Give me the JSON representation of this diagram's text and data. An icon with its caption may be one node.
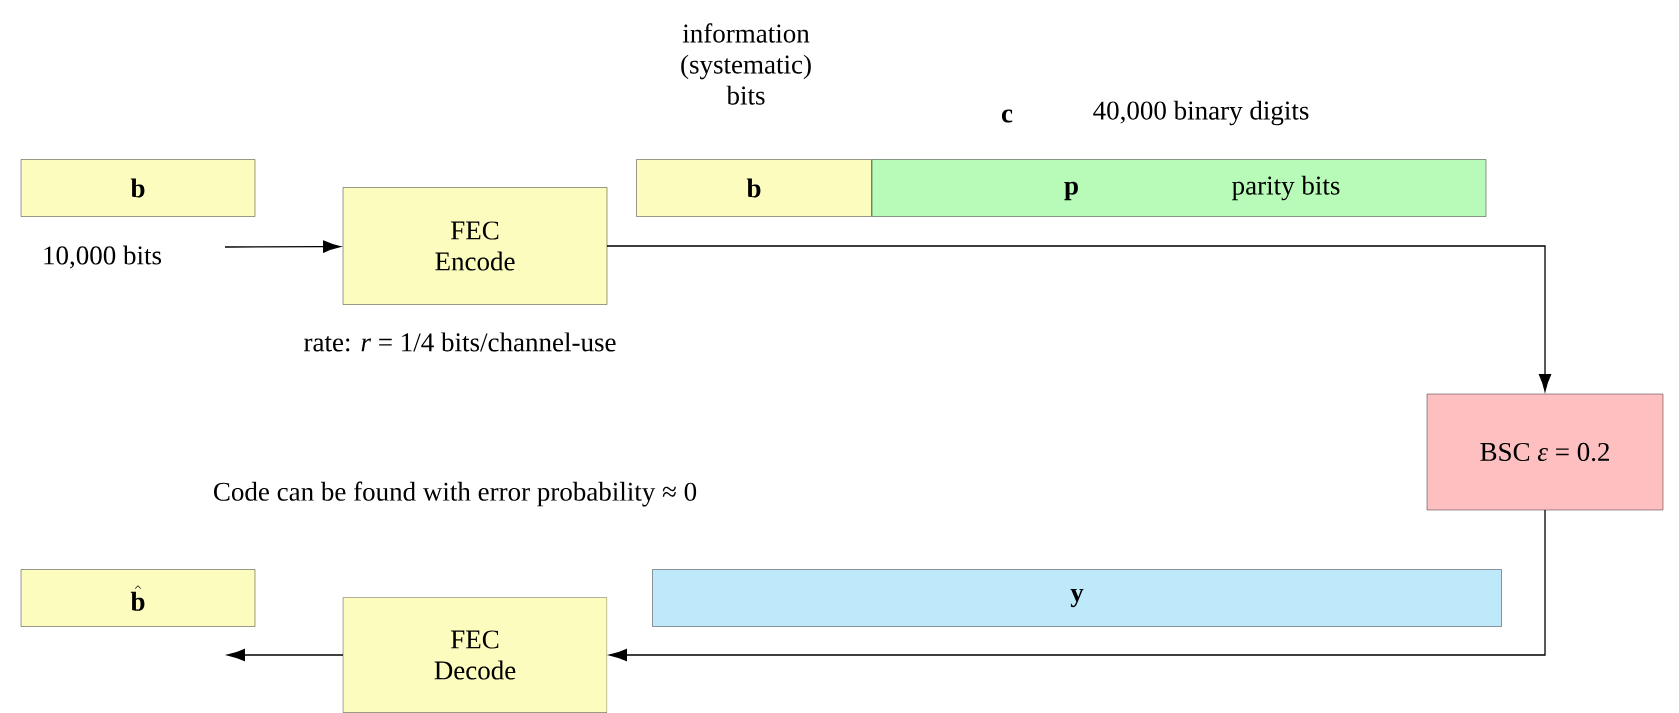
{
  "diagram": {
    "nodes": [
      {
        "text": [
          "b"
        ],
        "beside": [
          "10,000 bits"
        ]
      },
      {
        "text": [
          "FEC Encode"
        ],
        "beside": [
          "rate: *r* = 1/4 bits/channel-use"
        ]
      },
      {
        "text": [
          "b"
        ],
        "beside": [
          "information (systematic) bits"
        ]
      },
      {
        "text": [
          "p",
          "parity bits"
        ]
      },
      {
        "text": [
          "BSC *ε* = 0.2"
        ]
      },
      {
        "text": [
          "\\hat{\\mathbf{b}}"
        ]
      },
      {
        "text": [
          "y"
        ]
      },
      {
        "text": [
          "FEC Decode"
        ]
      }
    ],
    "edges": [
      {
        "from": null,
        "to": 1,
        "arrow": "to"
      },
      {
        "from": 1,
        "to": 4,
        "arrow": "to"
      },
      {
        "from": 4,
        "to": 7,
        "arrow": "to"
      },
      {
        "from": 7,
        "to": null,
        "arrow": "to"
      }
    ],
    "labels": [
      "c",
      "40,000 binary digits",
      "Code can be found with error probability ≈ 0"
    ]
  }
}
